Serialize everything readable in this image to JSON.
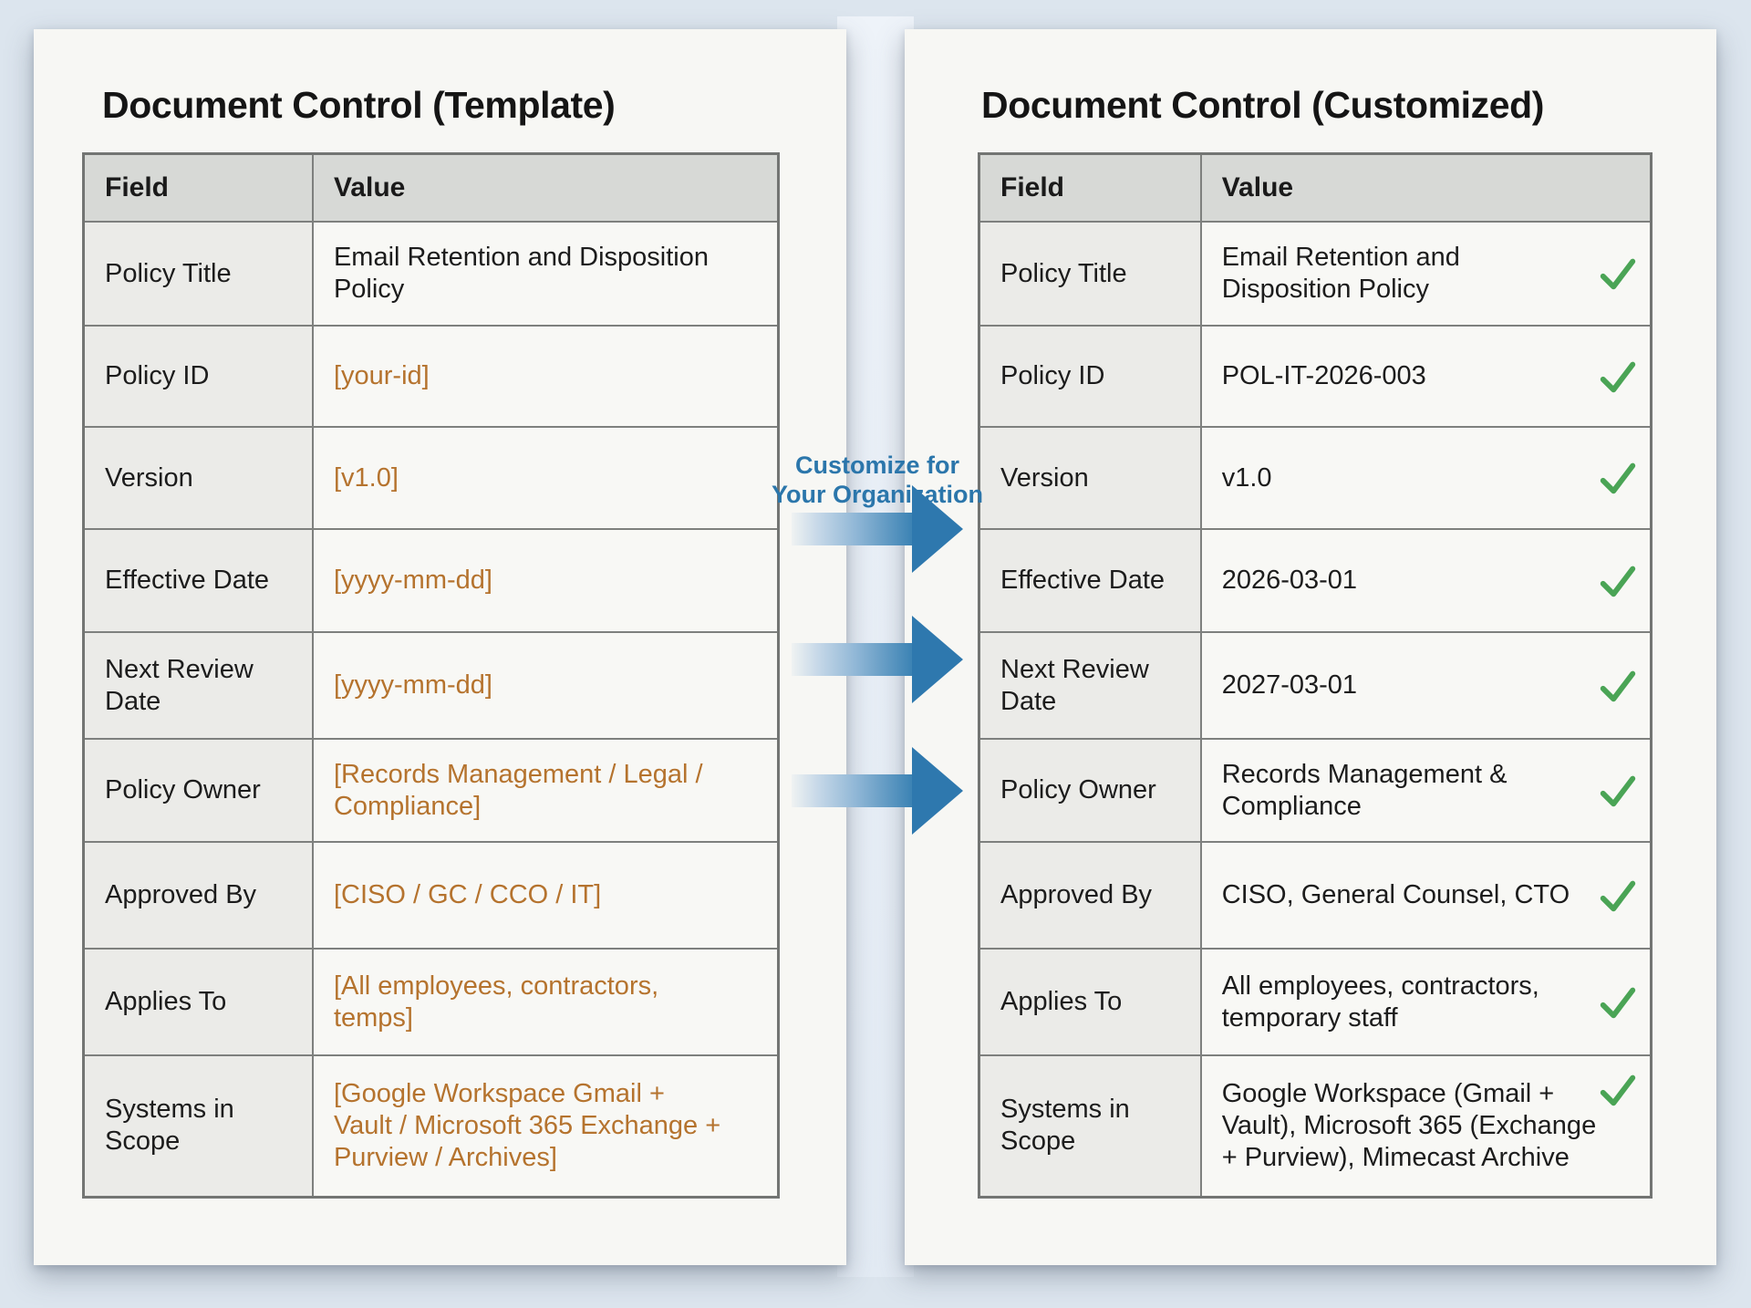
{
  "colors": {
    "placeholder": "#b5732e",
    "check": "#4aa455",
    "label": "#2b76ab",
    "arrow": "#2e78ae"
  },
  "left_doc": {
    "title": "Document Control (Template)",
    "columns": [
      "Field",
      "Value"
    ],
    "rows": [
      {
        "field": "Policy Title",
        "value": "Email Retention and Disposition Policy",
        "placeholder": false,
        "check": false
      },
      {
        "field": "Policy ID",
        "value": "[your-id]",
        "placeholder": true,
        "check": false
      },
      {
        "field": "Version",
        "value": "[v1.0]",
        "placeholder": true,
        "check": false
      },
      {
        "field": "Effective Date",
        "value": "[yyyy-mm-dd]",
        "placeholder": true,
        "check": false
      },
      {
        "field": "Next Review Date",
        "value": "[yyyy-mm-dd]",
        "placeholder": true,
        "check": false
      },
      {
        "field": "Policy Owner",
        "value": "[Records Management / Legal / Compliance]",
        "placeholder": true,
        "check": false
      },
      {
        "field": "Approved By",
        "value": "[CISO / GC / CCO / IT]",
        "placeholder": true,
        "check": false
      },
      {
        "field": "Applies To",
        "value": "[All employees, contractors, temps]",
        "placeholder": true,
        "check": false
      },
      {
        "field": "Systems in Scope",
        "value": "[Google Workspace Gmail + Vault / Microsoft 365 Exchange + Purview / Archives]",
        "placeholder": true,
        "check": false
      }
    ]
  },
  "right_doc": {
    "title": "Document Control (Customized)",
    "columns": [
      "Field",
      "Value"
    ],
    "rows": [
      {
        "field": "Policy Title",
        "value": "Email Retention and Disposition Policy",
        "check": true
      },
      {
        "field": "Policy ID",
        "value": "POL-IT-2026-003",
        "check": true
      },
      {
        "field": "Version",
        "value": "v1.0",
        "check": true
      },
      {
        "field": "Effective Date",
        "value": "2026-03-01",
        "check": true
      },
      {
        "field": "Next Review Date",
        "value": "2027-03-01",
        "check": true
      },
      {
        "field": "Policy Owner",
        "value": "Records Management & Compliance",
        "check": true
      },
      {
        "field": "Approved By",
        "value": "CISO, General Counsel, CTO",
        "check": true
      },
      {
        "field": "Applies To",
        "value": "All employees, contractors, temporary staff",
        "check": true
      },
      {
        "field": "Systems in Scope",
        "value": "Google Workspace (Gmail + Vault), Microsoft 365 (Exchange + Purview), Mimecast Archive",
        "check": true,
        "check_top": true
      }
    ]
  },
  "connector": {
    "label": "Customize for\nYour Organization",
    "arrow_count": 3
  }
}
